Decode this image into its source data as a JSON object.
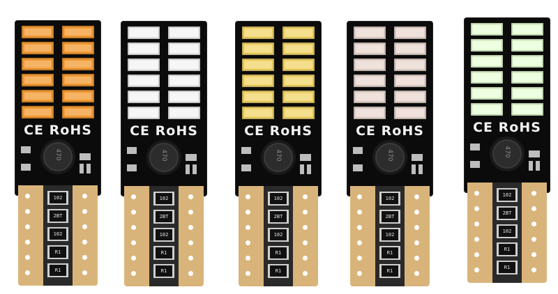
{
  "product": {
    "marking": "CE RoHS",
    "inductor_code": "470",
    "chip_codes": [
      "102",
      "2BT",
      "102",
      "R1",
      "R1"
    ]
  },
  "bulbs": [
    {
      "variant": "amber",
      "led_color": "#f29a33"
    },
    {
      "variant": "white",
      "led_color": "#f3f3f3"
    },
    {
      "variant": "warm-white",
      "led_color": "#f1d46a"
    },
    {
      "variant": "cool-white",
      "led_color": "#ead9d2"
    },
    {
      "variant": "ice-blue",
      "led_color": "#e8ffd8"
    }
  ]
}
